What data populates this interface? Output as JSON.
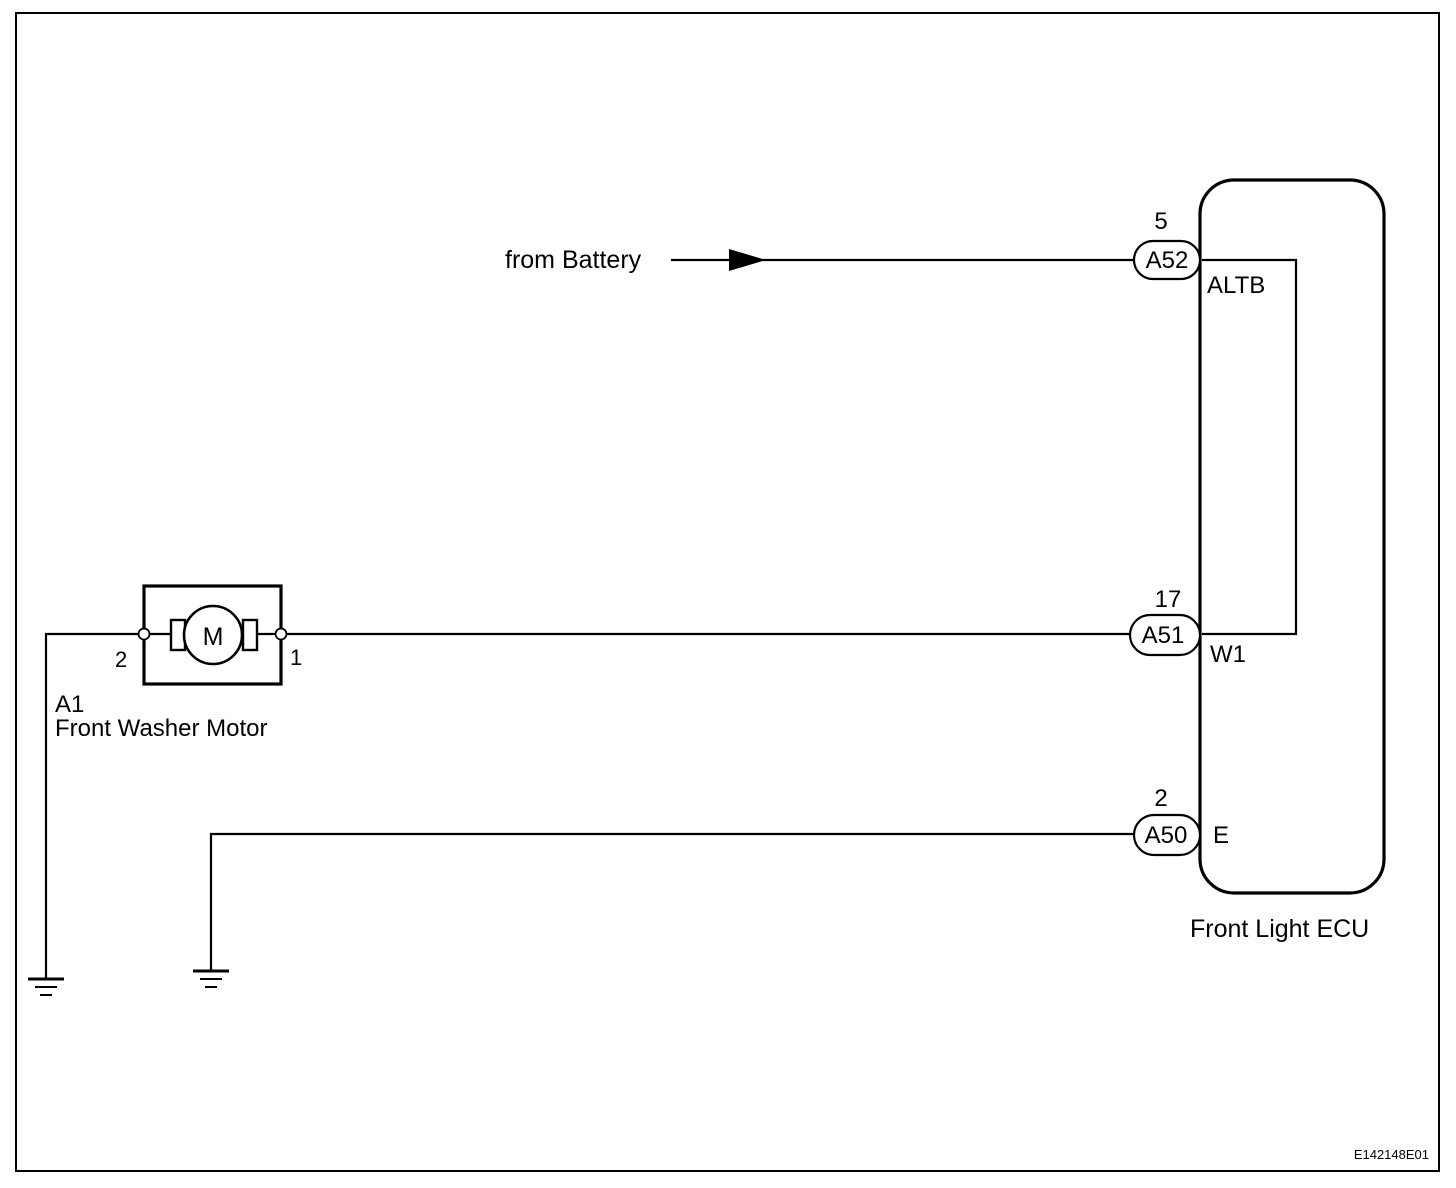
{
  "battery_label": "from Battery",
  "ecu": {
    "name": "Front Light ECU",
    "terminals": {
      "altb": "ALTB",
      "w1": "W1",
      "e": "E"
    }
  },
  "connectors": {
    "a52": {
      "id": "A52",
      "pin": "5"
    },
    "a51": {
      "id": "A51",
      "pin": "17"
    },
    "a50": {
      "id": "A50",
      "pin": "2"
    }
  },
  "motor": {
    "connector": "A1",
    "name": "Front Washer Motor",
    "symbol": "M",
    "pin_left": "2",
    "pin_right": "1"
  },
  "figure_code": "E142148E01"
}
